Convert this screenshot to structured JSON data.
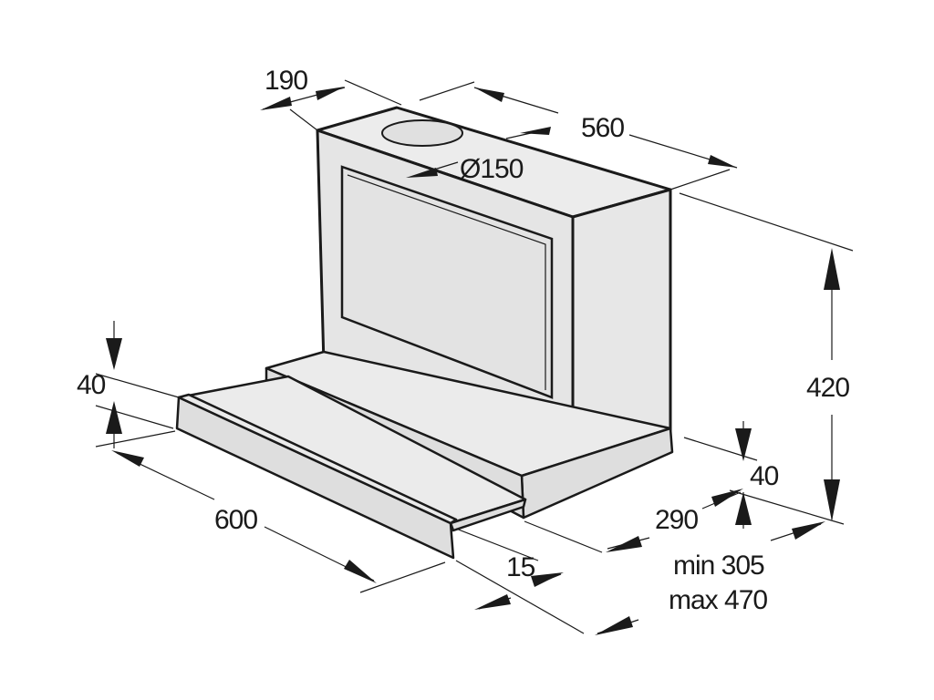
{
  "diagram": {
    "dimensions": {
      "depth_top": "190",
      "width_top": "560",
      "outlet_diameter": "Ø150",
      "height_total": "420",
      "height_base": "40",
      "depth_base": "290",
      "tray_height": "40",
      "tray_width": "600",
      "tray_lip": "15",
      "extension_min": "min 305",
      "extension_max": "max 470"
    }
  }
}
